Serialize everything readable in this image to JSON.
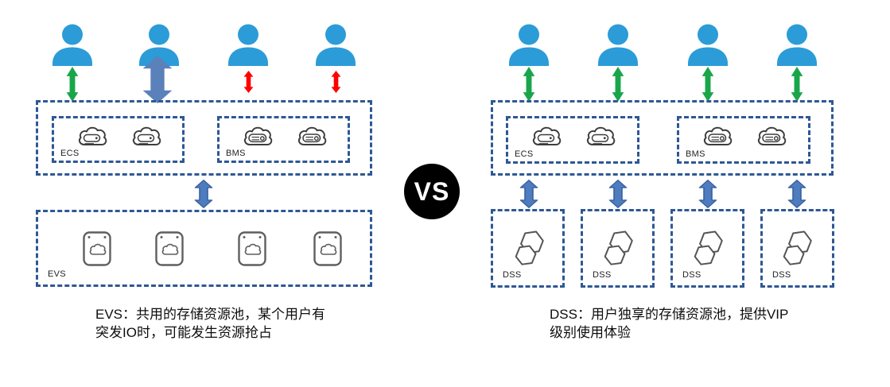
{
  "left_panel": {
    "compute_box": {
      "ecs_label": "ECS",
      "bms_label": "BMS"
    },
    "storage_box": {
      "evs_label": "EVS"
    },
    "user_count": 4,
    "user_connection_arrows": [
      "green-medium",
      "blue-large-burst-io",
      "red-small",
      "red-small"
    ],
    "caption": {
      "line1": "EVS：共用的存储资源池，某个用户有",
      "line2": "突发IO时，可能发生资源抢占"
    }
  },
  "vs_badge": {
    "label": "VS"
  },
  "right_panel": {
    "compute_box": {
      "ecs_label": "ECS",
      "bms_label": "BMS"
    },
    "dss_boxes": [
      {
        "label": "DSS"
      },
      {
        "label": "DSS"
      },
      {
        "label": "DSS"
      },
      {
        "label": "DSS"
      }
    ],
    "user_count": 4,
    "user_connection_arrows": [
      "green-medium",
      "green-medium",
      "green-medium",
      "green-medium"
    ],
    "caption": {
      "line1": "DSS：用户独享的存储资源池，提供VIP",
      "line2": "级别使用体验"
    }
  },
  "icons": {
    "user": "user-icon",
    "up_down_arrow": "double-arrow-icon",
    "ecs_server": "ecs-cloud-server-icon",
    "bms_server": "bms-cloud-server-icon",
    "evs_disk": "evs-disk-icon",
    "dss_pool": "dss-hexagon-icon"
  },
  "colors": {
    "user_blue": "#2B9CD8",
    "green_arrow": "#19A64A",
    "red_arrow": "#FF0000",
    "large_blue_arrow": "#5B81BA",
    "connector_arrow_fill": "#4E7CBE",
    "connector_arrow_stroke": "#38619F",
    "dashed_border": "#2E5894",
    "server_icon_stroke": "#3D3D3D",
    "storage_icon_stroke": "#5F5F5F",
    "vs_background": "#000000",
    "vs_text": "#FFFFFF"
  }
}
